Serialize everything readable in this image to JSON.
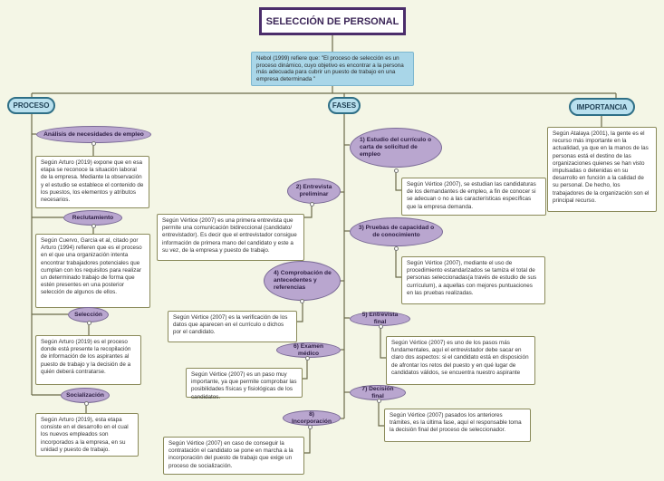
{
  "title": "SELECCIÓN DE PERSONAL",
  "intro": "Nebol (1999) refiere que: \"El proceso de selección es un proceso dinámico, cuyo objetivo es encontrar a la persona más adecuada para cubrir un puesto de trabajo en una empresa determinada \"",
  "proceso": {
    "label": "PROCESO",
    "items": [
      {
        "label": "Análisis de necesidades de empleo",
        "note": "Según Arturo (2019) expone que en esa etapa se reconoce la situación laboral de la empresa. Mediante la observación y el estudio se establece el contenido de los puestos, los elementos y atributos necesarios."
      },
      {
        "label": "Reclutamiento",
        "note": "Según Cuervo, García et al, citado por Arturo (1994) refieren que es el proceso en el que una organización intenta encontrar trabajadores potenciales que cumplan con los requisitos para realizar un determinado trabajo de forma que estén presentes en una posterior selección de algunos de ellos."
      },
      {
        "label": "Selección",
        "note": "Según Arturo (2019) es el proceso donde está presente la recopilación de información de los aspirantes al puesto de trabajo y la decisión de a quién deberá contratarse."
      },
      {
        "label": "Socialización",
        "note": "Según Arturo (2019), esta etapa consiste en el desarrollo en el cual los nuevos empleados son incorporados a la empresa, en su unidad y puesto de trabajo."
      }
    ]
  },
  "fases": {
    "label": "FASES",
    "items": [
      {
        "label": "1) Estudio del currículo o carta de solicitud de empleo",
        "note": "Según Vértice (2007), se estudian las candidaturas de los demandantes de empleo, a fin de conocer si se adecuan o no a las características específicas que la empresa demanda."
      },
      {
        "label": "2) Entrevista preliminar",
        "note": "Según Vértice (2007) es una primera entrevista que permite una comunicación bidireccional (candidato/ entrevistador). Es decir que el entrevistador consigue información de primera mano del candidato y este a su vez, de la empresa y puesto de trabajo."
      },
      {
        "label": "3) Pruebas de capacidad o de conocimiento",
        "note": "Según Vértice (2007), mediante el uso de procedimiento estandarizados se tamiza el total de personas seleccionadas(a través de estudio de sus currículum), a aquellas con mejores puntuaciones en las pruebas realizadas."
      },
      {
        "label": "4) Comprobación de antecedentes y referencias",
        "note": "Según Vértice (2007) es la verificación de los datos que aparecen en el currículo o dichos por el candidato."
      },
      {
        "label": "5) Entrevista final",
        "note": "Según Vértice (2007) es uno de los pasos más fundamentales, aquí el entrevistador debe sacar en claro dos aspectos: si el candidato está en disposición de afrontar los retos del puesto y en qué lugar de candidatos válidos, se encuentra nuestro aspirante"
      },
      {
        "label": "6) Examen médico",
        "note": "Según Vértice (2007) es un paso muy importante, ya que permite comprobar las posibilidades físicas y fisiológicas de los candidatos."
      },
      {
        "label": "7) Decisión final",
        "note": "Según Vértice (2007) pasados los anteriores trámites, es la última fase, aquí el responsable toma la decisión final del proceso de seleccionador."
      },
      {
        "label": "8) Incorporación",
        "note": "Según Vértice (2007) en caso de conseguir la contratación el candidato se pone en marcha a la incorporación del puesto de trabajo que exige un proceso de socialización."
      }
    ]
  },
  "importancia": {
    "label": "IMPORTANCIA",
    "note": "Según Atalaya (2001), la gente es el recurso más importante en la actualidad, ya que en la manos de las personas está el destino de las organizaciones quienes se han visto impulsadas o detenidas en su desarrollo en función a la calidad de su personal. De hecho, los trabajadores de la organización son el principal recurso."
  }
}
